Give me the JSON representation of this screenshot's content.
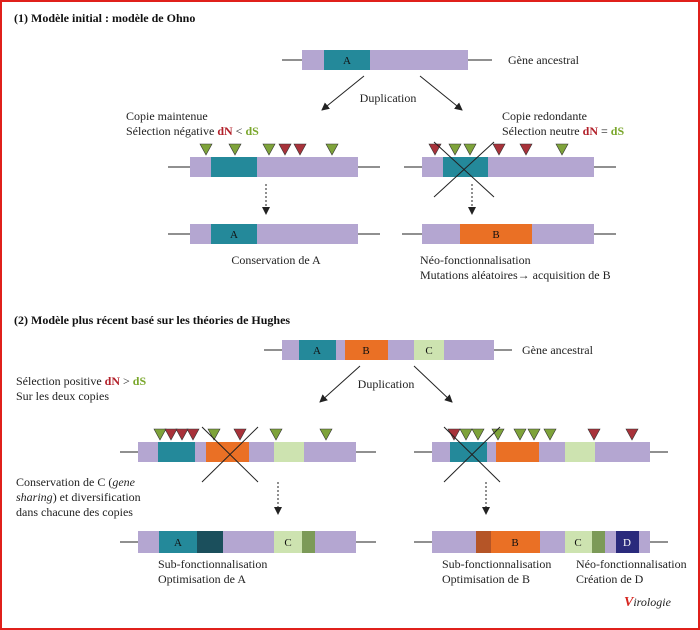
{
  "colors": {
    "gene": "#b4a6d1",
    "domain_A": "#24899a",
    "domain_A_dark": "#1b4f5c",
    "domain_B": "#ea7025",
    "domain_B_dark": "#b55527",
    "domain_C": "#cde3b0",
    "domain_C_dark": "#7c9a58",
    "domain_D": "#2a2a7c",
    "marker_green": "#7ea33a",
    "marker_red": "#a8323a",
    "line": "#222222"
  },
  "section1": {
    "title": "(1) Modèle initial : modèle de Ohno",
    "ancestral_label": "Gène ancestral",
    "domain_A": "A",
    "duplication": "Duplication",
    "left": {
      "line1": "Copie maintenue",
      "line2_prefix": "Sélection négative ",
      "dN": "dN",
      "op": " < ",
      "dS": "dS",
      "result_domain": "A",
      "caption": "Conservation de A"
    },
    "right": {
      "line1": "Copie redondante",
      "line2_prefix": "Sélection neutre ",
      "dN": "dN",
      "op": " = ",
      "dS": "dS",
      "result_domain": "B",
      "caption1": "Néo-fonctionnalisation",
      "caption2": "Mutations aléatoires→ acquisition de B"
    }
  },
  "section2": {
    "title": "(2) Modèle plus récent basé sur les théories de Hughes",
    "ancestral_label": "Gène ancestral",
    "domains": [
      "A",
      "B",
      "C"
    ],
    "duplication": "Duplication",
    "selection_prefix": "Sélection positive ",
    "dN": "dN",
    "op": " > ",
    "dS": "dS",
    "selection_line2": "Sur les deux copies",
    "conservation_line1_a": "Conservation de C (",
    "conservation_line1_italic": "gene",
    "conservation_line2_italic": "sharing",
    "conservation_line2_b": ") et diversification",
    "conservation_line3": "dans chacune des copies",
    "left": {
      "domains": [
        "A",
        "C"
      ],
      "caption1": "Sub-fonctionnalisation",
      "caption2": "Optimisation de A"
    },
    "right": {
      "domains": [
        "B",
        "C",
        "D"
      ],
      "caption1a": "Sub-fonctionnalisation",
      "caption2a": "Optimisation de B",
      "caption1b": "Néo-fonctionnalisation",
      "caption2b": "Création de D"
    }
  },
  "logo": {
    "initial": "V",
    "rest": "irologie"
  }
}
